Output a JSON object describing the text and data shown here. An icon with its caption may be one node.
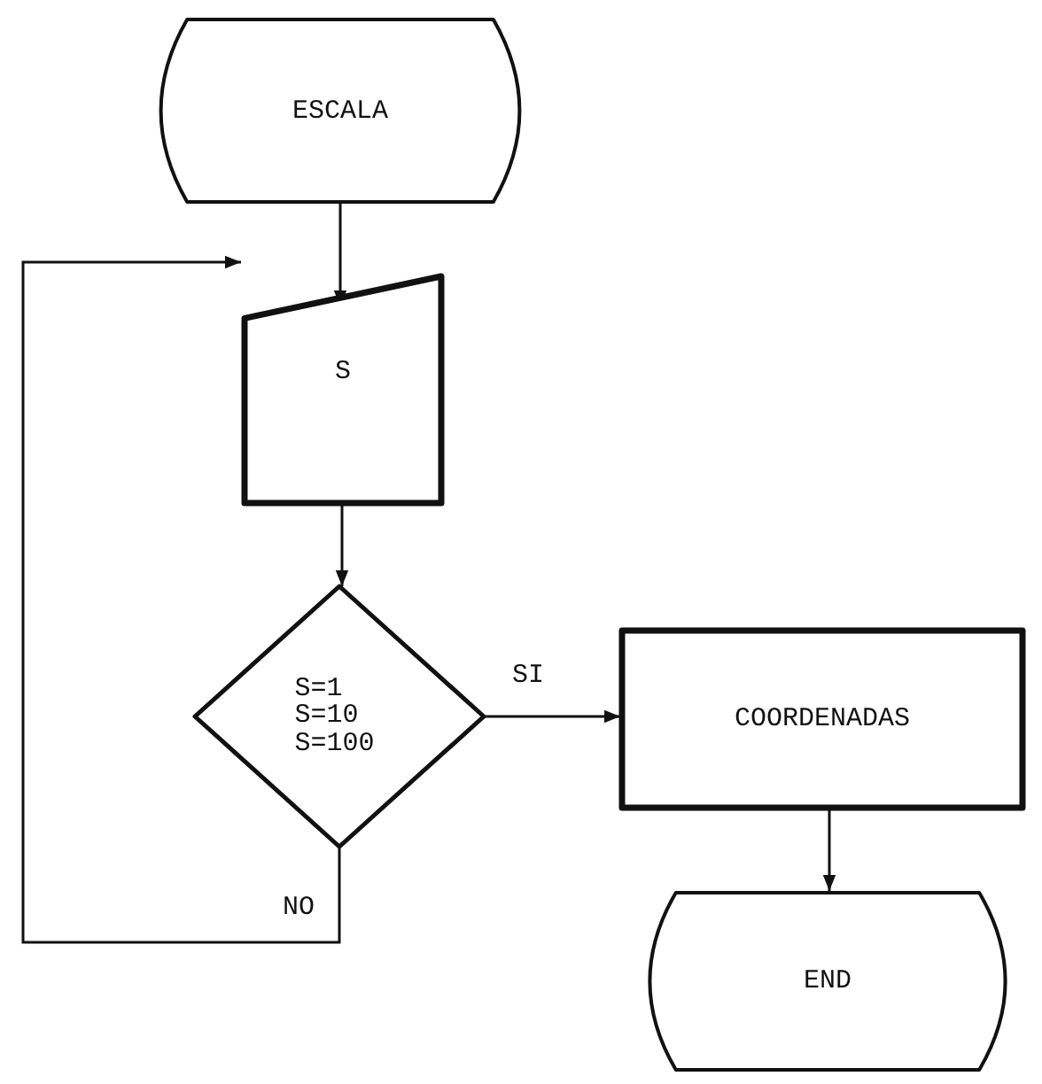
{
  "diagram": {
    "nodes": [
      {
        "text": [
          "ESCALA"
        ]
      },
      {
        "text": [
          "S"
        ]
      },
      {
        "text": [
          "S=1 S=10 S=100"
        ]
      },
      {
        "text": [
          "COORDENADAS"
        ]
      },
      {
        "text": [
          "END"
        ]
      }
    ],
    "edges": [
      {
        "from": 0,
        "to": 1,
        "arrow": "to"
      },
      {
        "from": 1,
        "to": 2,
        "arrow": "to"
      },
      {
        "from": 2,
        "to": 3,
        "arrow": "to",
        "label": "SI"
      },
      {
        "from": 3,
        "to": 4,
        "arrow": "to"
      },
      {
        "from": 2,
        "to": 1,
        "arrow": "to",
        "label": "NO"
      }
    ]
  }
}
